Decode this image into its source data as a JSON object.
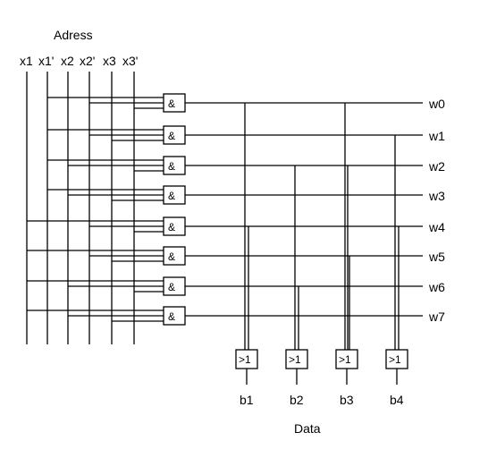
{
  "address_label": "Adress",
  "data_label": "Data",
  "inputs": [
    "x1",
    "x1'",
    "x2",
    "x2'",
    "x3",
    "x3'"
  ],
  "and_gate_label": "&",
  "or_gate_label": ">1",
  "words": [
    "w0",
    "w1",
    "w2",
    "w3",
    "w4",
    "w5",
    "w6",
    "w7"
  ],
  "bits": [
    "b1",
    "b2",
    "b3",
    "b4"
  ]
}
